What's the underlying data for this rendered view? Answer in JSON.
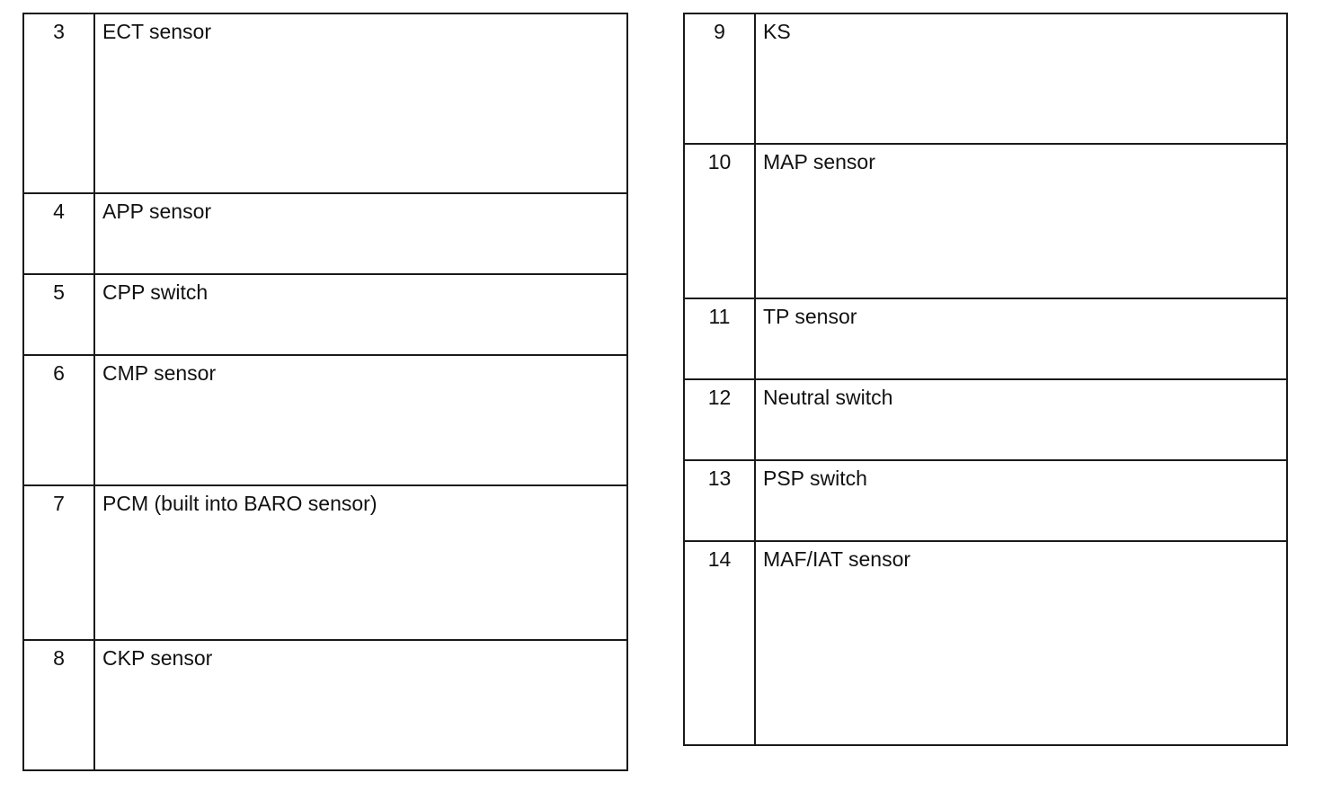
{
  "left_table": {
    "rows": [
      {
        "num": "3",
        "label": "ECT sensor"
      },
      {
        "num": "4",
        "label": "APP sensor"
      },
      {
        "num": "5",
        "label": "CPP switch"
      },
      {
        "num": "6",
        "label": "CMP sensor"
      },
      {
        "num": "7",
        "label": "PCM (built into BARO sensor)"
      },
      {
        "num": "8",
        "label": "CKP sensor"
      }
    ]
  },
  "right_table": {
    "rows": [
      {
        "num": "9",
        "label": "KS"
      },
      {
        "num": "10",
        "label": "MAP sensor"
      },
      {
        "num": "11",
        "label": "TP sensor"
      },
      {
        "num": "12",
        "label": "Neutral switch"
      },
      {
        "num": "13",
        "label": "PSP switch"
      },
      {
        "num": "14",
        "label": "MAF/IAT sensor"
      }
    ]
  }
}
